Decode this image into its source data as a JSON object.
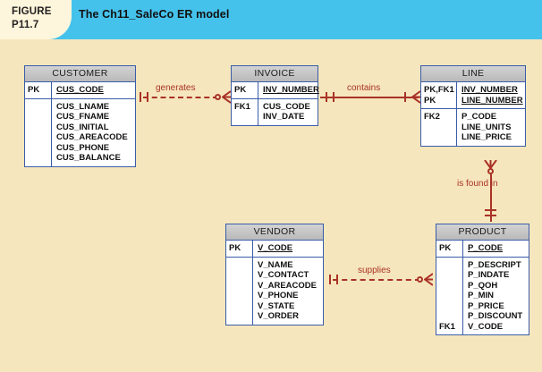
{
  "header": {
    "figure_label_line1": "FIGURE",
    "figure_label_line2": "P11.7",
    "title": "The Ch11_SaleCo ER model",
    "tab_bg": "#fdf6dc",
    "band_bg": "#45c2ec"
  },
  "colors": {
    "canvas_bg": "#f6e6bd",
    "entity_border": "#3a5ca8",
    "entity_header_bg": "#c9c9c9",
    "entity_body_bg": "#ffffff",
    "relationship_line": "#a93226",
    "text": "#111111"
  },
  "entities": [
    {
      "name": "CUSTOMER",
      "key_section": {
        "keys": [
          "PK"
        ],
        "attributes": [
          "CUS_CODE"
        ],
        "underline": true
      },
      "body_section": {
        "keys": [],
        "attributes": [
          "CUS_LNAME",
          "CUS_FNAME",
          "CUS_INITIAL",
          "CUS_AREACODE",
          "CUS_PHONE",
          "CUS_BALANCE"
        ]
      }
    },
    {
      "name": "INVOICE",
      "key_section": {
        "keys": [
          "PK"
        ],
        "attributes": [
          "INV_NUMBER"
        ],
        "underline": true
      },
      "body_section": {
        "keys": [
          "FK1"
        ],
        "attributes": [
          "CUS_CODE",
          "INV_DATE"
        ]
      }
    },
    {
      "name": "LINE",
      "key_section": {
        "keys": [
          "PK,FK1",
          "PK"
        ],
        "attributes": [
          "INV_NUMBER",
          "LINE_NUMBER"
        ],
        "underline": true
      },
      "body_section": {
        "keys": [
          "FK2"
        ],
        "attributes": [
          "P_CODE",
          "LINE_UNITS",
          "LINE_PRICE"
        ]
      }
    },
    {
      "name": "VENDOR",
      "key_section": {
        "keys": [
          "PK"
        ],
        "attributes": [
          "V_CODE"
        ],
        "underline": true
      },
      "body_section": {
        "keys": [],
        "attributes": [
          "V_NAME",
          "V_CONTACT",
          "V_AREACODE",
          "V_PHONE",
          "V_STATE",
          "V_ORDER"
        ]
      }
    },
    {
      "name": "PRODUCT",
      "key_section": {
        "keys": [
          "PK"
        ],
        "attributes": [
          "P_CODE"
        ],
        "underline": true
      },
      "body_section": {
        "keys": [
          "FK1"
        ],
        "attributes": [
          "P_DESCRIPT",
          "P_INDATE",
          "P_QOH",
          "P_MIN",
          "P_PRICE",
          "P_DISCOUNT",
          "V_CODE"
        ]
      }
    }
  ],
  "relationships": [
    {
      "label": "generates",
      "from": "CUSTOMER",
      "to": "INVOICE",
      "line_style": "dashed",
      "from_cardinality": "one-mandatory",
      "to_cardinality": "zero-or-many",
      "orientation": "horizontal"
    },
    {
      "label": "contains",
      "from": "INVOICE",
      "to": "LINE",
      "line_style": "solid",
      "from_cardinality": "one-mandatory",
      "to_cardinality": "one-or-many",
      "orientation": "horizontal"
    },
    {
      "label": "is found in",
      "from": "LINE",
      "to": "PRODUCT",
      "line_style": "solid",
      "from_cardinality": "zero-or-many",
      "to_cardinality": "one-mandatory",
      "orientation": "vertical"
    },
    {
      "label": "supplies",
      "from": "VENDOR",
      "to": "PRODUCT",
      "line_style": "dashed",
      "from_cardinality": "one-mandatory",
      "to_cardinality": "zero-or-many",
      "orientation": "horizontal"
    }
  ]
}
